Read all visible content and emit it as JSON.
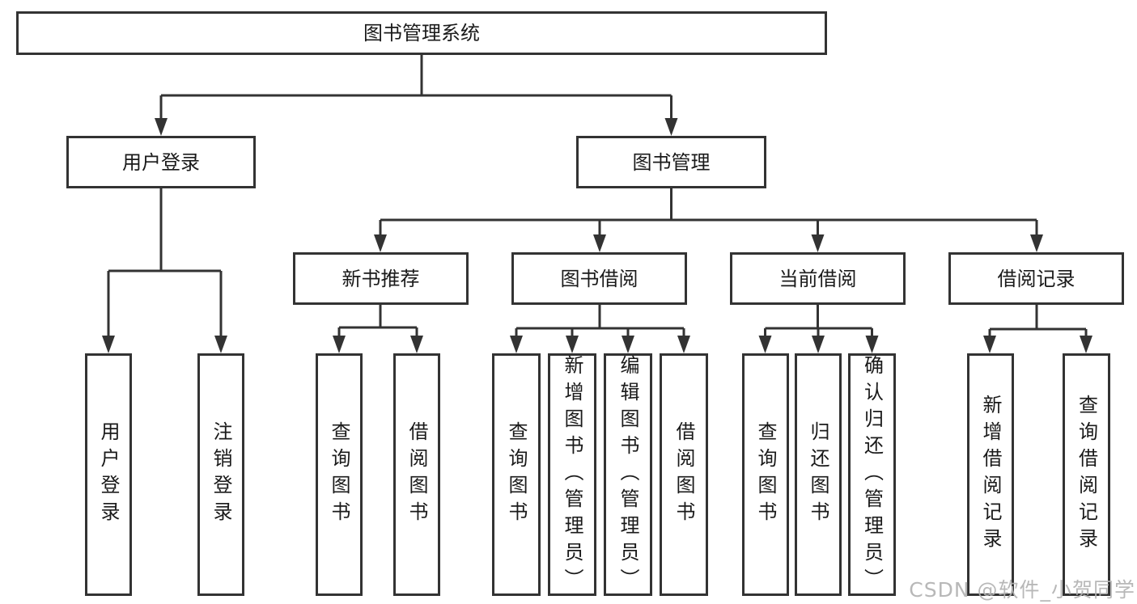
{
  "diagram": {
    "root": "图书管理系统",
    "branches": [
      {
        "label": "用户登录",
        "children": [
          "用户登录",
          "注销登录"
        ]
      },
      {
        "label": "图书管理",
        "groups": [
          {
            "label": "新书推荐",
            "children": [
              "查询图书",
              "借阅图书"
            ]
          },
          {
            "label": "图书借阅",
            "children": [
              "查询图书",
              "新增图书（管理员）",
              "编辑图书（管理员）",
              "借阅图书"
            ]
          },
          {
            "label": "当前借阅",
            "children": [
              "查询图书",
              "归还图书",
              "确认归还（管理员）"
            ]
          },
          {
            "label": "借阅记录",
            "children": [
              "新增借阅记录",
              "查询借阅记录"
            ]
          }
        ]
      }
    ]
  },
  "watermark": "CSDN @软件_小贺同学",
  "colors": {
    "line": "#333333",
    "text": "#1a1a1a",
    "box_background": "#ffffff",
    "watermark": "#b2b2b2"
  }
}
